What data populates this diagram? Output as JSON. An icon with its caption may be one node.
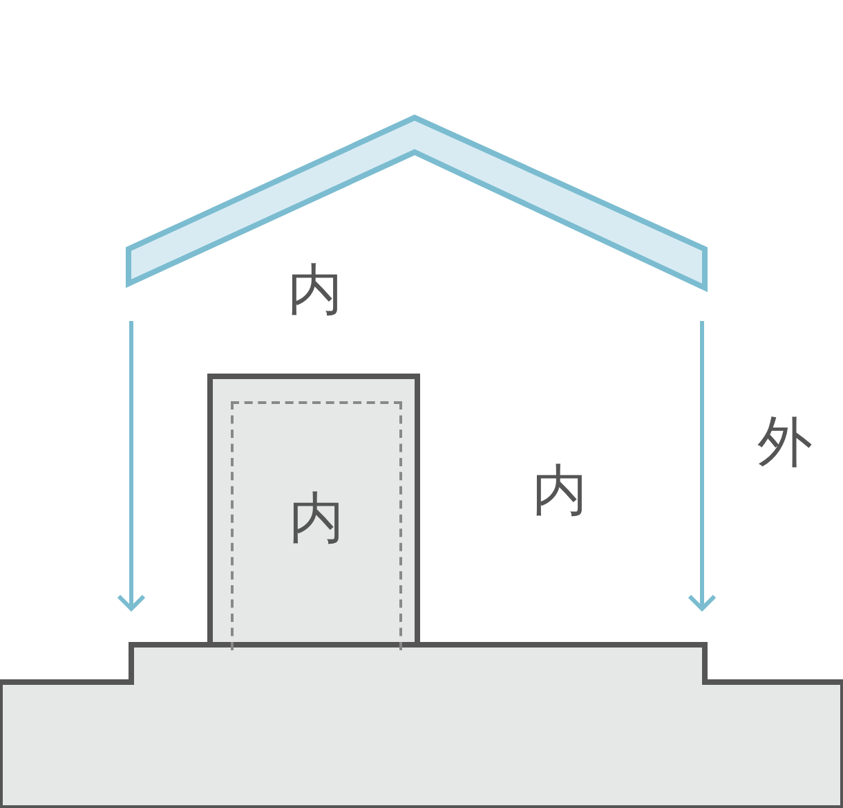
{
  "diagram": {
    "nodes": [
      {
        "text": [],
        "shape": "box"
      },
      {
        "text": [
          "内"
        ],
        "in": 0
      }
    ],
    "labels": [
      "内",
      "内",
      "外"
    ]
  }
}
